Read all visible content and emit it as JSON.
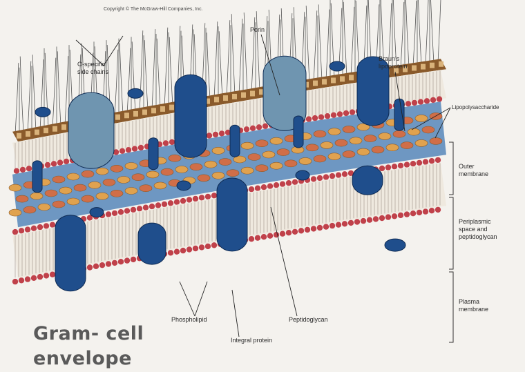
{
  "copyright": "Copyright © The McGraw-Hill Companies, Inc.",
  "title_line1": "Gram- cell",
  "title_line2": "envelope",
  "labels": {
    "o_specific": "O-specific\nside chains",
    "porin": "Porin",
    "brauns": "Braun's\nlipoprotein",
    "lps": "Lipopolysaccharide",
    "outer_membrane": "Outer\nmembrane",
    "periplasmic": "Periplasmic\nspace and\npeptidoglycan",
    "plasma_membrane": "Plasma\nmembrane",
    "phospholipid": "Phospholipid",
    "integral_protein": "Integral protein",
    "peptidoglycan": "Peptidoglycan"
  },
  "colors": {
    "background": "#f4f2ee",
    "protein_dark": "#1f4e8c",
    "porin_light": "#6f95b0",
    "headgroup": "#c0414a",
    "lps_core": "#8a5a2b",
    "periplasm": "#6e97c2",
    "peptidoglycan_cell": "#e0a24f",
    "peptidoglycan_alt": "#d06e48"
  }
}
